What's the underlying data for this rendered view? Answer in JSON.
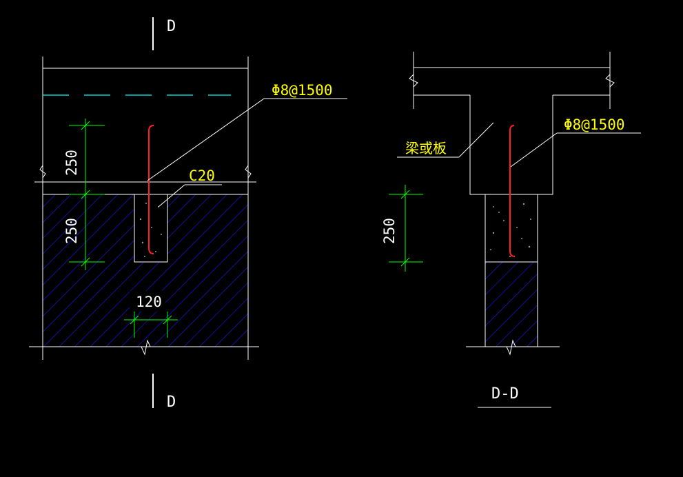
{
  "colors": {
    "background": "#000000",
    "line": "#ffffff",
    "dimension": "#00ff00",
    "rebar": "#ff2020",
    "hatch": "#0000ff",
    "annotation": "#ffff00",
    "centerline": "#00ffff"
  },
  "left_view": {
    "section_mark_top": "D",
    "section_mark_bottom": "D",
    "rebar_label": "Φ8@1500",
    "concrete_label": "C20",
    "dim_upper": "250",
    "dim_lower": "250",
    "dim_width": "120"
  },
  "right_view": {
    "rebar_label": "Φ8@1500",
    "member_label": "梁或板",
    "dim_height": "250",
    "section_title": "D-D"
  }
}
